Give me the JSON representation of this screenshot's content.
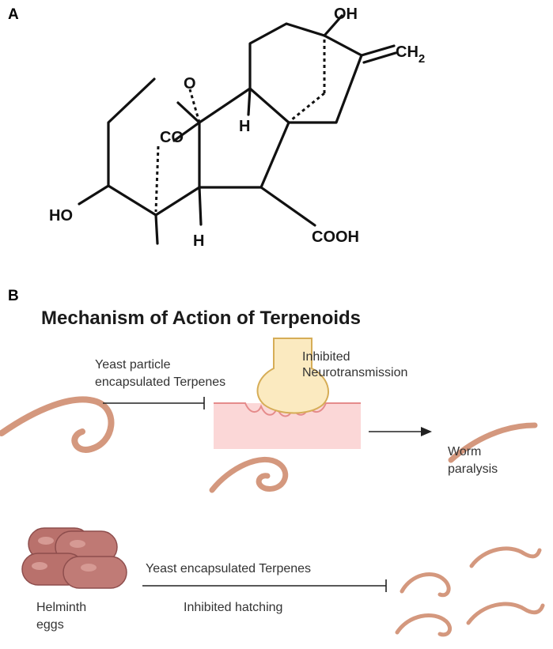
{
  "panel_a": {
    "label": "A",
    "atoms": {
      "oh_top": "OH",
      "ch2": "CH",
      "ch2_sub": "2",
      "oxygen": "O",
      "co": "CO",
      "h_upper": "H",
      "ho_left": "HO",
      "h_lower": "H",
      "cooh": "COOH"
    }
  },
  "panel_b": {
    "label": "B",
    "title": "Mechanism of Action of Terpenoids",
    "labels": {
      "yeast_particle_line1": "Yeast particle",
      "yeast_particle_line2": "encapsulated Terpenes",
      "inhibited_line1": "Inhibited",
      "inhibited_line2": "Neurotransmission",
      "worm_line1": "Worm",
      "worm_line2": "paralysis",
      "yeast_encapsulated": "Yeast encapsulated Terpenes",
      "inhibited_hatching": "Inhibited hatching",
      "helminth_line1": "Helminth",
      "helminth_line2": "eggs"
    },
    "colors": {
      "worm": "#d4987e",
      "egg": "#b9716c",
      "synapse_pink": "#fbd7d7",
      "synapse_edge": "#e58b8b",
      "terminal": "#fbeac0",
      "terminal_edge": "#d6ad57"
    }
  }
}
